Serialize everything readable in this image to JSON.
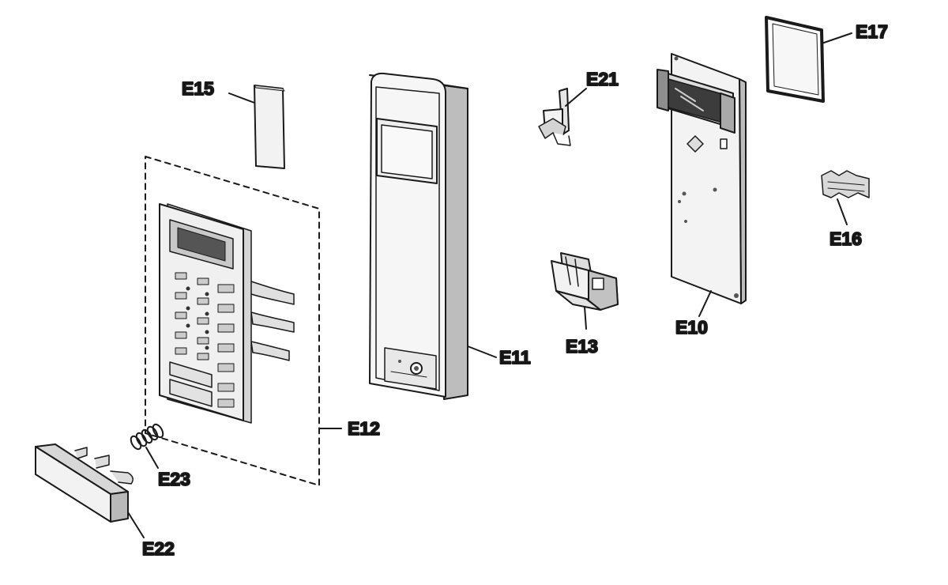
{
  "labels": {
    "e15": "E15",
    "e11": "E11",
    "e12": "E12",
    "e13": "E13",
    "e21": "E21",
    "e10": "E10",
    "e17": "E17",
    "e16": "E16",
    "e22": "E22",
    "e23": "E23"
  },
  "colors": {
    "line": "#1a1a1a",
    "fill_light": "#f4f4f4",
    "fill_mid": "#d9d9d9",
    "fill_dark": "#9a9a9a"
  }
}
